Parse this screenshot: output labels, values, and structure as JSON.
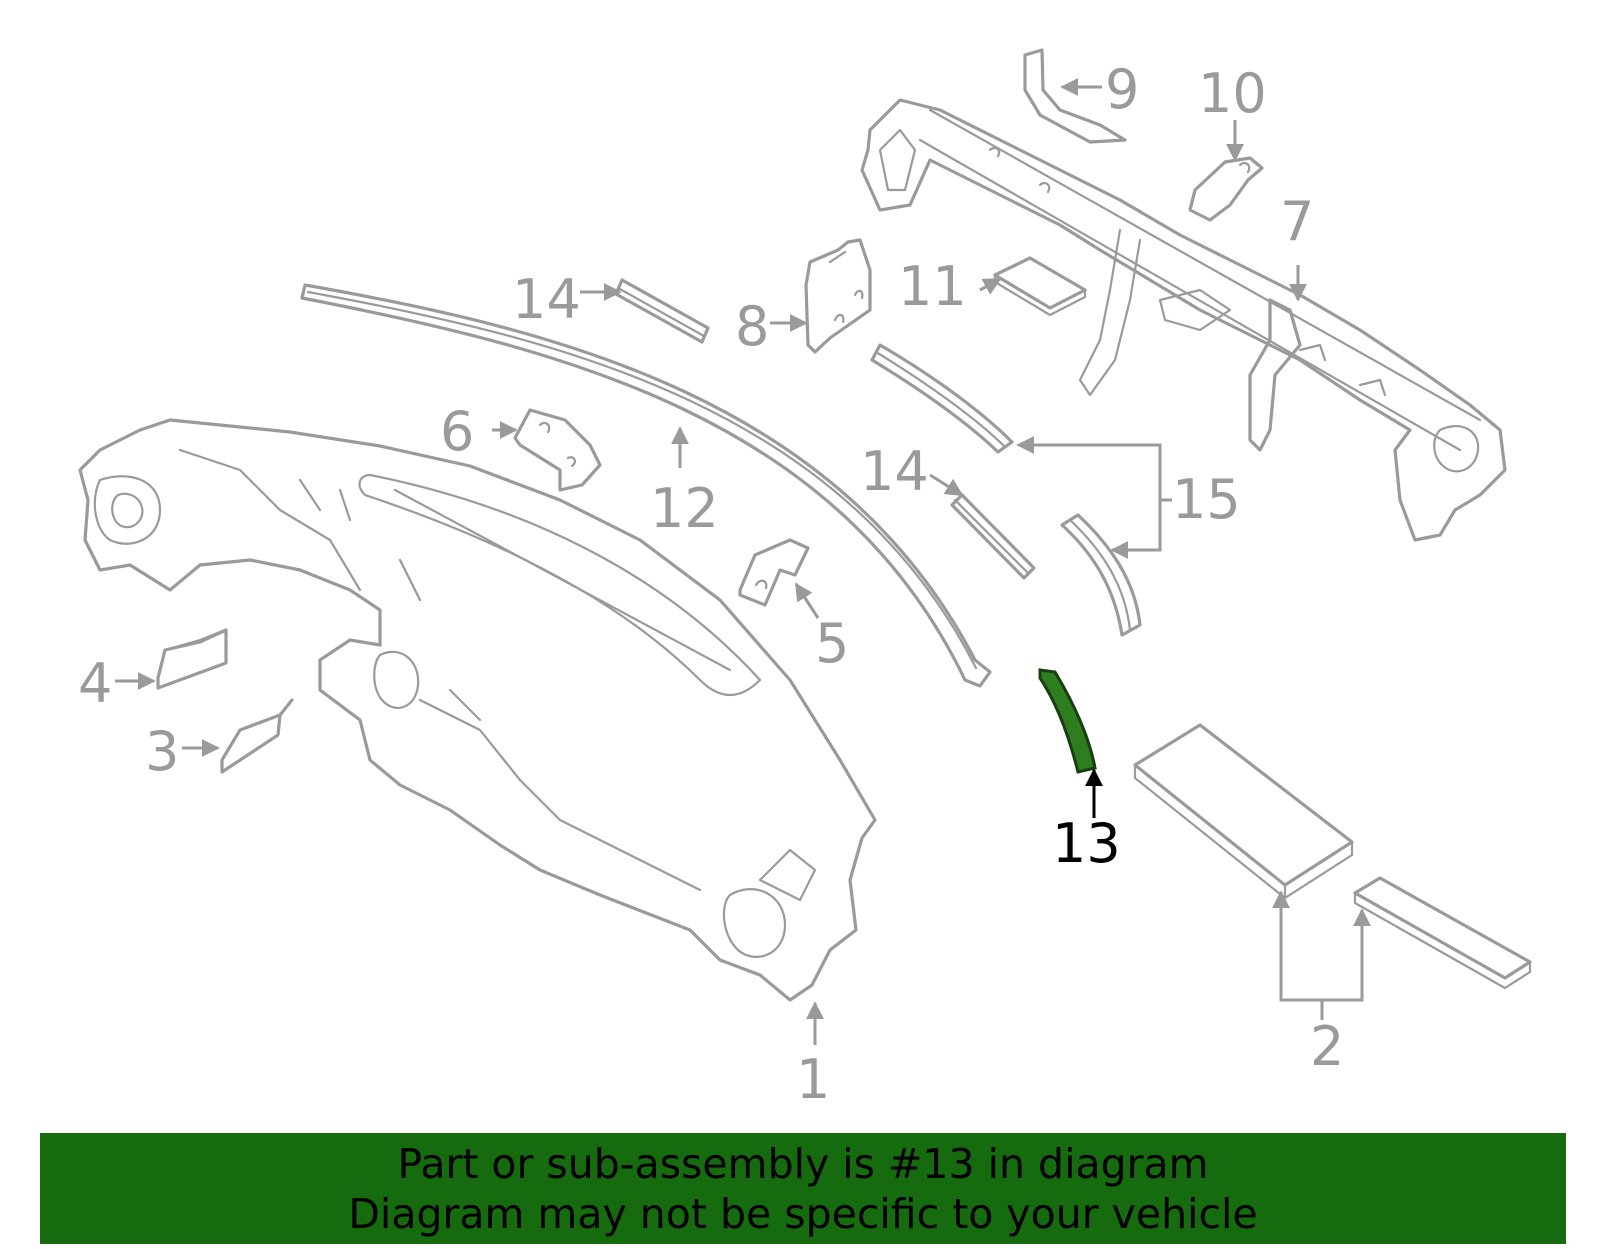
{
  "diagram": {
    "callouts": [
      "1",
      "2",
      "3",
      "4",
      "5",
      "6",
      "7",
      "8",
      "9",
      "10",
      "11",
      "12",
      "13",
      "14",
      "14",
      "15"
    ],
    "highlighted_part": "13"
  },
  "banner": {
    "line1": "Part or sub-assembly is #13 in diagram",
    "line2": "Diagram may not be specific to your vehicle",
    "color": "#156b0d"
  },
  "colors": {
    "outline": "#9a9a9a",
    "highlight": "#2e7d1f",
    "text_active": "#000000"
  }
}
